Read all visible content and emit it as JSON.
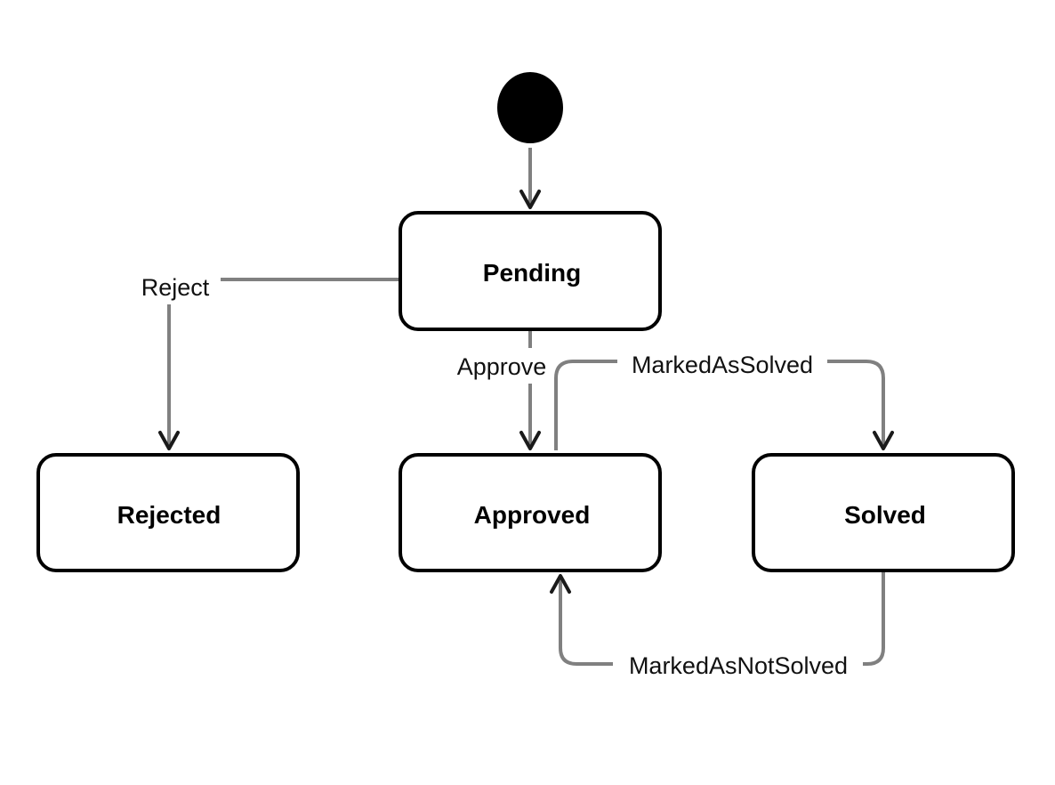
{
  "diagram": {
    "type": "state-machine",
    "initial_state": "Pending",
    "states": [
      {
        "id": "pending",
        "label": "Pending"
      },
      {
        "id": "rejected",
        "label": "Rejected"
      },
      {
        "id": "approved",
        "label": "Approved"
      },
      {
        "id": "solved",
        "label": "Solved"
      }
    ],
    "transitions": [
      {
        "from": "initial",
        "to": "pending",
        "label": ""
      },
      {
        "from": "pending",
        "to": "rejected",
        "label": "Reject"
      },
      {
        "from": "pending",
        "to": "approved",
        "label": "Approve"
      },
      {
        "from": "approved",
        "to": "solved",
        "label": "MarkedAsSolved"
      },
      {
        "from": "solved",
        "to": "approved",
        "label": "MarkedAsNotSolved"
      }
    ]
  }
}
